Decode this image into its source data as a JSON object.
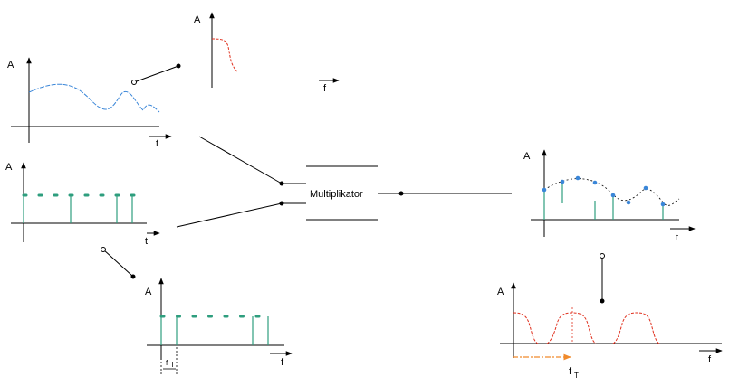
{
  "axis_labels": {
    "amplitude": "A",
    "time": "t",
    "frequency": "f"
  },
  "multiplier_label": "Multiplikator",
  "carrier_label": "f",
  "carrier_subscript": "T",
  "spacing_label": "f",
  "spacing_subscript": "T",
  "colors": {
    "signal": "#3a86d8",
    "pulse": "#2e9e7e",
    "spectrum": "#e0301e",
    "shift_arrow": "#f08a2c",
    "line": "#000000"
  }
}
